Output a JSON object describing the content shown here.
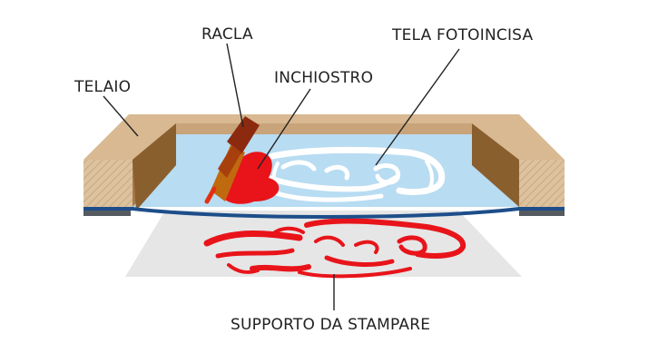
{
  "labels": {
    "telaio": "TELAIO",
    "racla": "RACLA",
    "inchiostro": "INCHIOSTRO",
    "tela_fotoincisa": "TELA FOTOINCISA",
    "supporto": "SUPPORTO DA STAMPARE"
  },
  "colors": {
    "frame_top": "#d9b992",
    "frame_side": "#b48a5d",
    "frame_inner_dark": "#8a5f2e",
    "mesh": "#b8dcf2",
    "mesh_edge": "#1d4e8a",
    "ink": "#e8141a",
    "squeegee_handle": "#8c2a10",
    "squeegee_blade": "#c06a10",
    "paper": "#e6e6e6",
    "leader_line": "#222222"
  },
  "icons": {
    "stencil": "portrait-stencil",
    "print": "portrait-print"
  }
}
